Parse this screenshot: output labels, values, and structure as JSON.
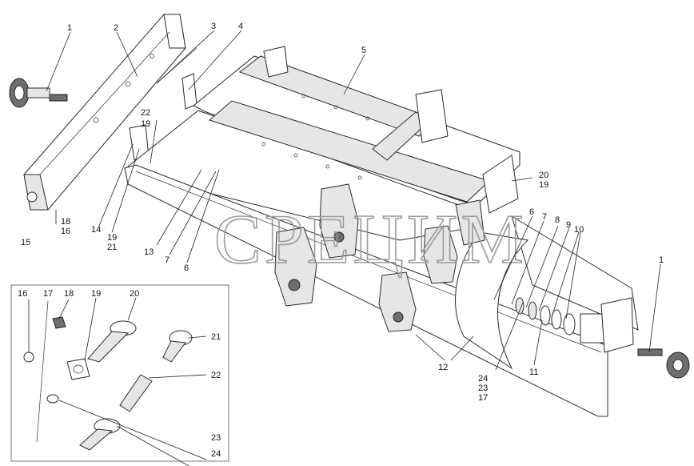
{
  "watermark": "CPЕЦИМ",
  "callouts": [
    {
      "id": "c1a",
      "text": "1"
    },
    {
      "id": "c2",
      "text": "2"
    },
    {
      "id": "c3",
      "text": "3"
    },
    {
      "id": "c4",
      "text": "4"
    },
    {
      "id": "c5",
      "text": "5"
    },
    {
      "id": "c22a",
      "text": "22"
    },
    {
      "id": "c19a",
      "text": "19"
    },
    {
      "id": "c20a",
      "text": "20"
    },
    {
      "id": "c19b",
      "text": "19"
    },
    {
      "id": "c18a",
      "text": "18"
    },
    {
      "id": "c16a",
      "text": "16"
    },
    {
      "id": "c15",
      "text": "15"
    },
    {
      "id": "c14",
      "text": "14"
    },
    {
      "id": "c19c",
      "text": "19"
    },
    {
      "id": "c21a",
      "text": "21"
    },
    {
      "id": "c13",
      "text": "13"
    },
    {
      "id": "c7a",
      "text": "7"
    },
    {
      "id": "c6a",
      "text": "6"
    },
    {
      "id": "c6b",
      "text": "6"
    },
    {
      "id": "c7b",
      "text": "7"
    },
    {
      "id": "c8",
      "text": "8"
    },
    {
      "id": "c9",
      "text": "9"
    },
    {
      "id": "c10",
      "text": "10"
    },
    {
      "id": "c1b",
      "text": "1"
    },
    {
      "id": "c12",
      "text": "12"
    },
    {
      "id": "c24a",
      "text": "24"
    },
    {
      "id": "c23a",
      "text": "23"
    },
    {
      "id": "c17a",
      "text": "17"
    },
    {
      "id": "c11",
      "text": "11"
    },
    {
      "id": "i16",
      "text": "16"
    },
    {
      "id": "i17",
      "text": "17"
    },
    {
      "id": "i18",
      "text": "18"
    },
    {
      "id": "i19",
      "text": "19"
    },
    {
      "id": "i20",
      "text": "20"
    },
    {
      "id": "i21",
      "text": "21"
    },
    {
      "id": "i22",
      "text": "22"
    },
    {
      "id": "i23",
      "text": "23"
    },
    {
      "id": "i24",
      "text": "24"
    }
  ]
}
